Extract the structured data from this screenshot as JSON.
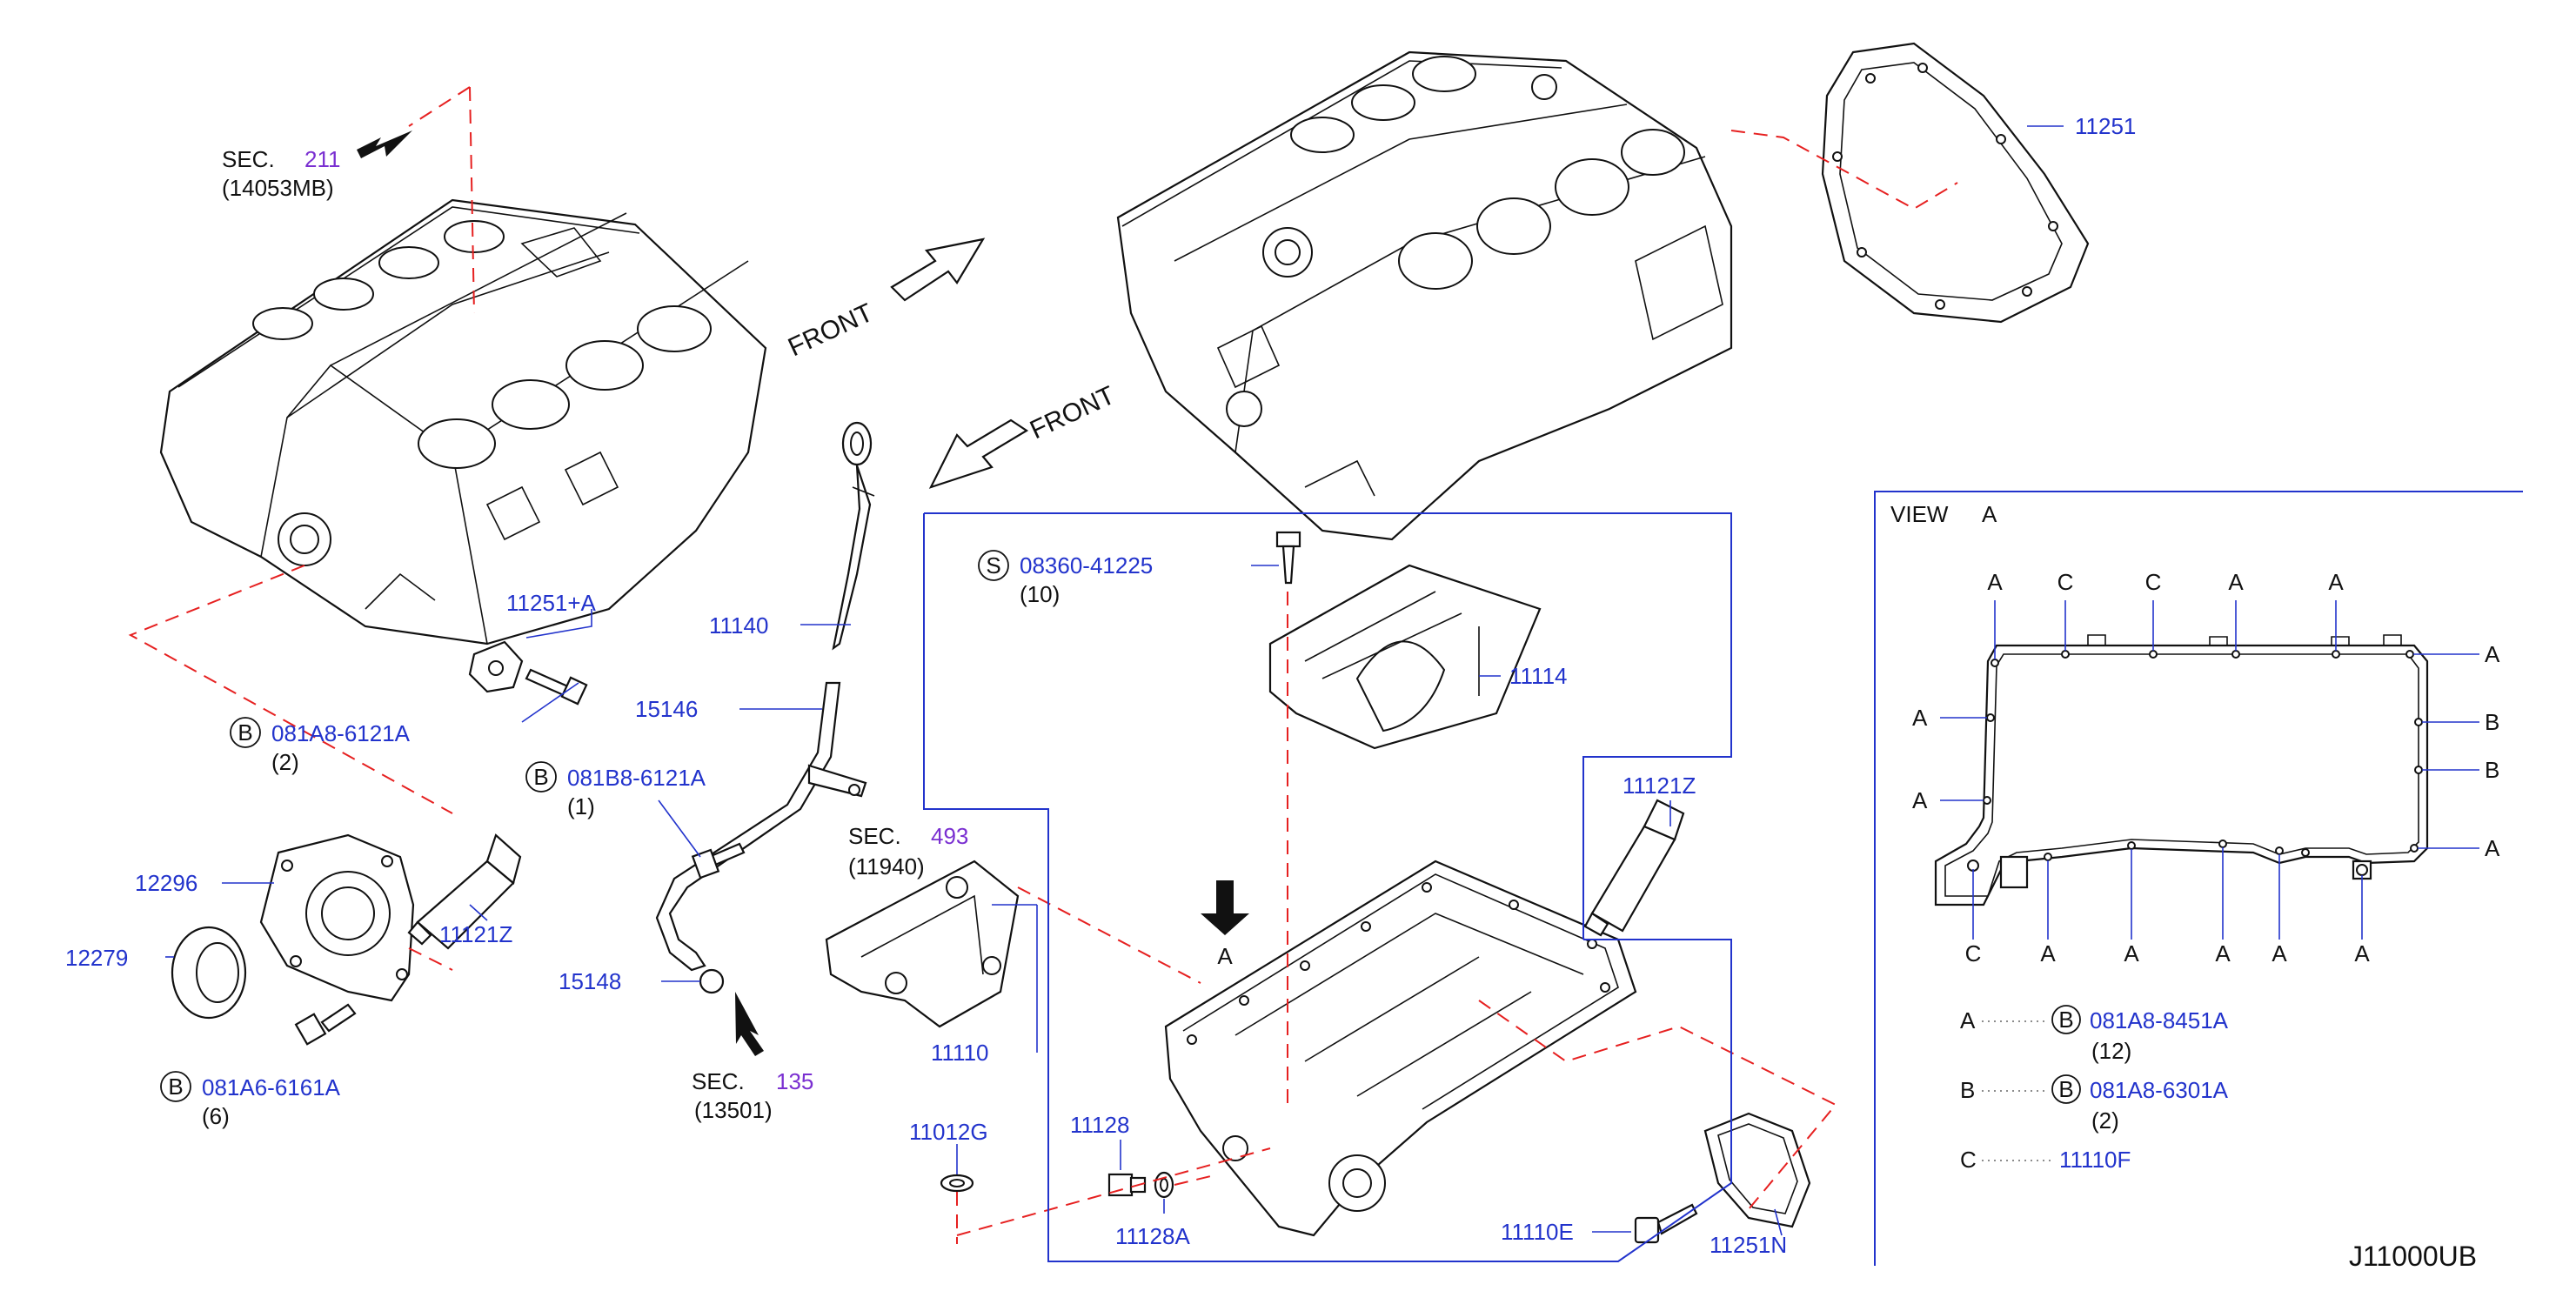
{
  "diagram_id": "J11000UB",
  "colors": {
    "part_number": "#2233cc",
    "section_ref": "#7a2fd1",
    "hidden_line": "#e62020",
    "outline": "#111111"
  },
  "front_label": "FRONT",
  "section_refs": [
    {
      "prefix": "SEC.",
      "number": "211",
      "sub": "(14053MB)"
    },
    {
      "prefix": "SEC.",
      "number": "493",
      "sub": "(11940)"
    },
    {
      "prefix": "SEC.",
      "number": "135",
      "sub": "(13501)"
    }
  ],
  "callouts": {
    "p11251": "11251",
    "p11251a": "11251+A",
    "p11140": "11140",
    "p15146": "15146",
    "p15148": "15148",
    "p12296": "12296",
    "p12279": "12279",
    "p11121z_left": "11121Z",
    "p11121z_right": "11121Z",
    "p11114": "11114",
    "p11110": "11110",
    "p11012g": "11012G",
    "p11128": "11128",
    "p11128a": "11128A",
    "p11110e": "11110E",
    "p11251n": "11251N"
  },
  "bolts": [
    {
      "symbol": "B",
      "part": "081A8-6121A",
      "qty": "(2)"
    },
    {
      "symbol": "B",
      "part": "081B8-6121A",
      "qty": "(1)"
    },
    {
      "symbol": "B",
      "part": "081A6-6161A",
      "qty": "(6)"
    },
    {
      "symbol": "S",
      "part": "08360-41225",
      "qty": "(10)"
    }
  ],
  "arrow_a_label": "A",
  "view_a": {
    "title": "VIEW",
    "letter": "A",
    "top_marks": [
      "A",
      "C",
      "C",
      "A",
      "A"
    ],
    "right_marks": [
      "A",
      "B",
      "B",
      "A"
    ],
    "left_marks": [
      "A",
      "A"
    ],
    "bottom_marks": [
      "C",
      "A",
      "A",
      "A",
      "A",
      "A"
    ],
    "legend": [
      {
        "letter": "A",
        "symbol": "B",
        "part": "081A8-8451A",
        "qty": "(12)"
      },
      {
        "letter": "B",
        "symbol": "B",
        "part": "081A8-6301A",
        "qty": "(2)"
      },
      {
        "letter": "C",
        "symbol": "",
        "part": "11110F",
        "qty": ""
      }
    ]
  }
}
